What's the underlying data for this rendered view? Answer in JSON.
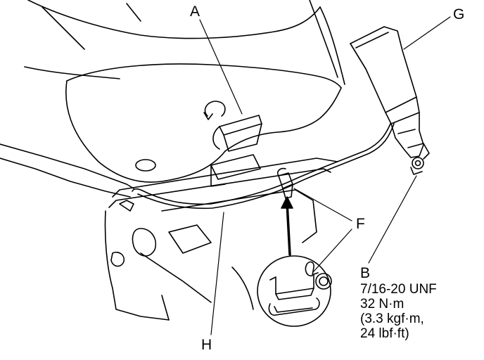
{
  "labels": {
    "a": "A",
    "b": "B",
    "f": "F",
    "g": "G",
    "h": "H"
  },
  "spec": {
    "thread": "7/16-20 UNF",
    "torque_nm": "32 N·m",
    "torque_kgfm": "(3.3 kgf·m,",
    "torque_lbfft": "24 lbf·ft)"
  },
  "colors": {
    "line": "#000000",
    "background": "#ffffff"
  }
}
